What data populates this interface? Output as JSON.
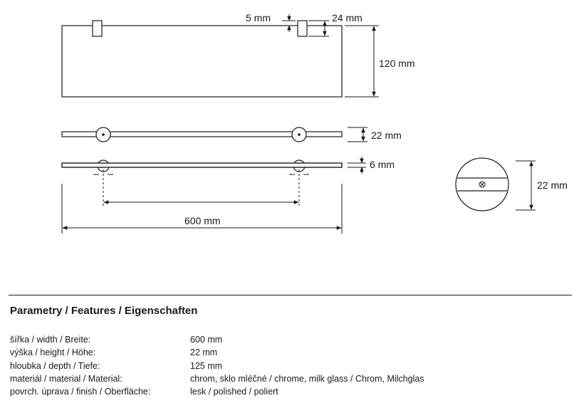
{
  "drawing": {
    "dimensions": {
      "pin_top": "5 mm",
      "pin_height": "24 mm",
      "depth": "120 mm",
      "thickness_side": "22 mm",
      "glass": "6 mm",
      "width": "600 mm",
      "bracket_diameter": "22 mm"
    }
  },
  "specs": {
    "heading": "Parametry / Features / Eigenschaften",
    "rows": [
      {
        "label": "šířka / width / Breite:",
        "value": "600 mm"
      },
      {
        "label": "výška / height / Höhe:",
        "value": "22 mm"
      },
      {
        "label": "hloubka / depth / Tiefe:",
        "value": "125 mm"
      },
      {
        "label": "materiál / material / Material:",
        "value": "chrom, sklo mléčné / chrome, milk glass / Chrom, Milchglas"
      },
      {
        "label": "povrch. úprava / finish / Oberfläche:",
        "value": "lesk / polished / poliert"
      }
    ]
  }
}
